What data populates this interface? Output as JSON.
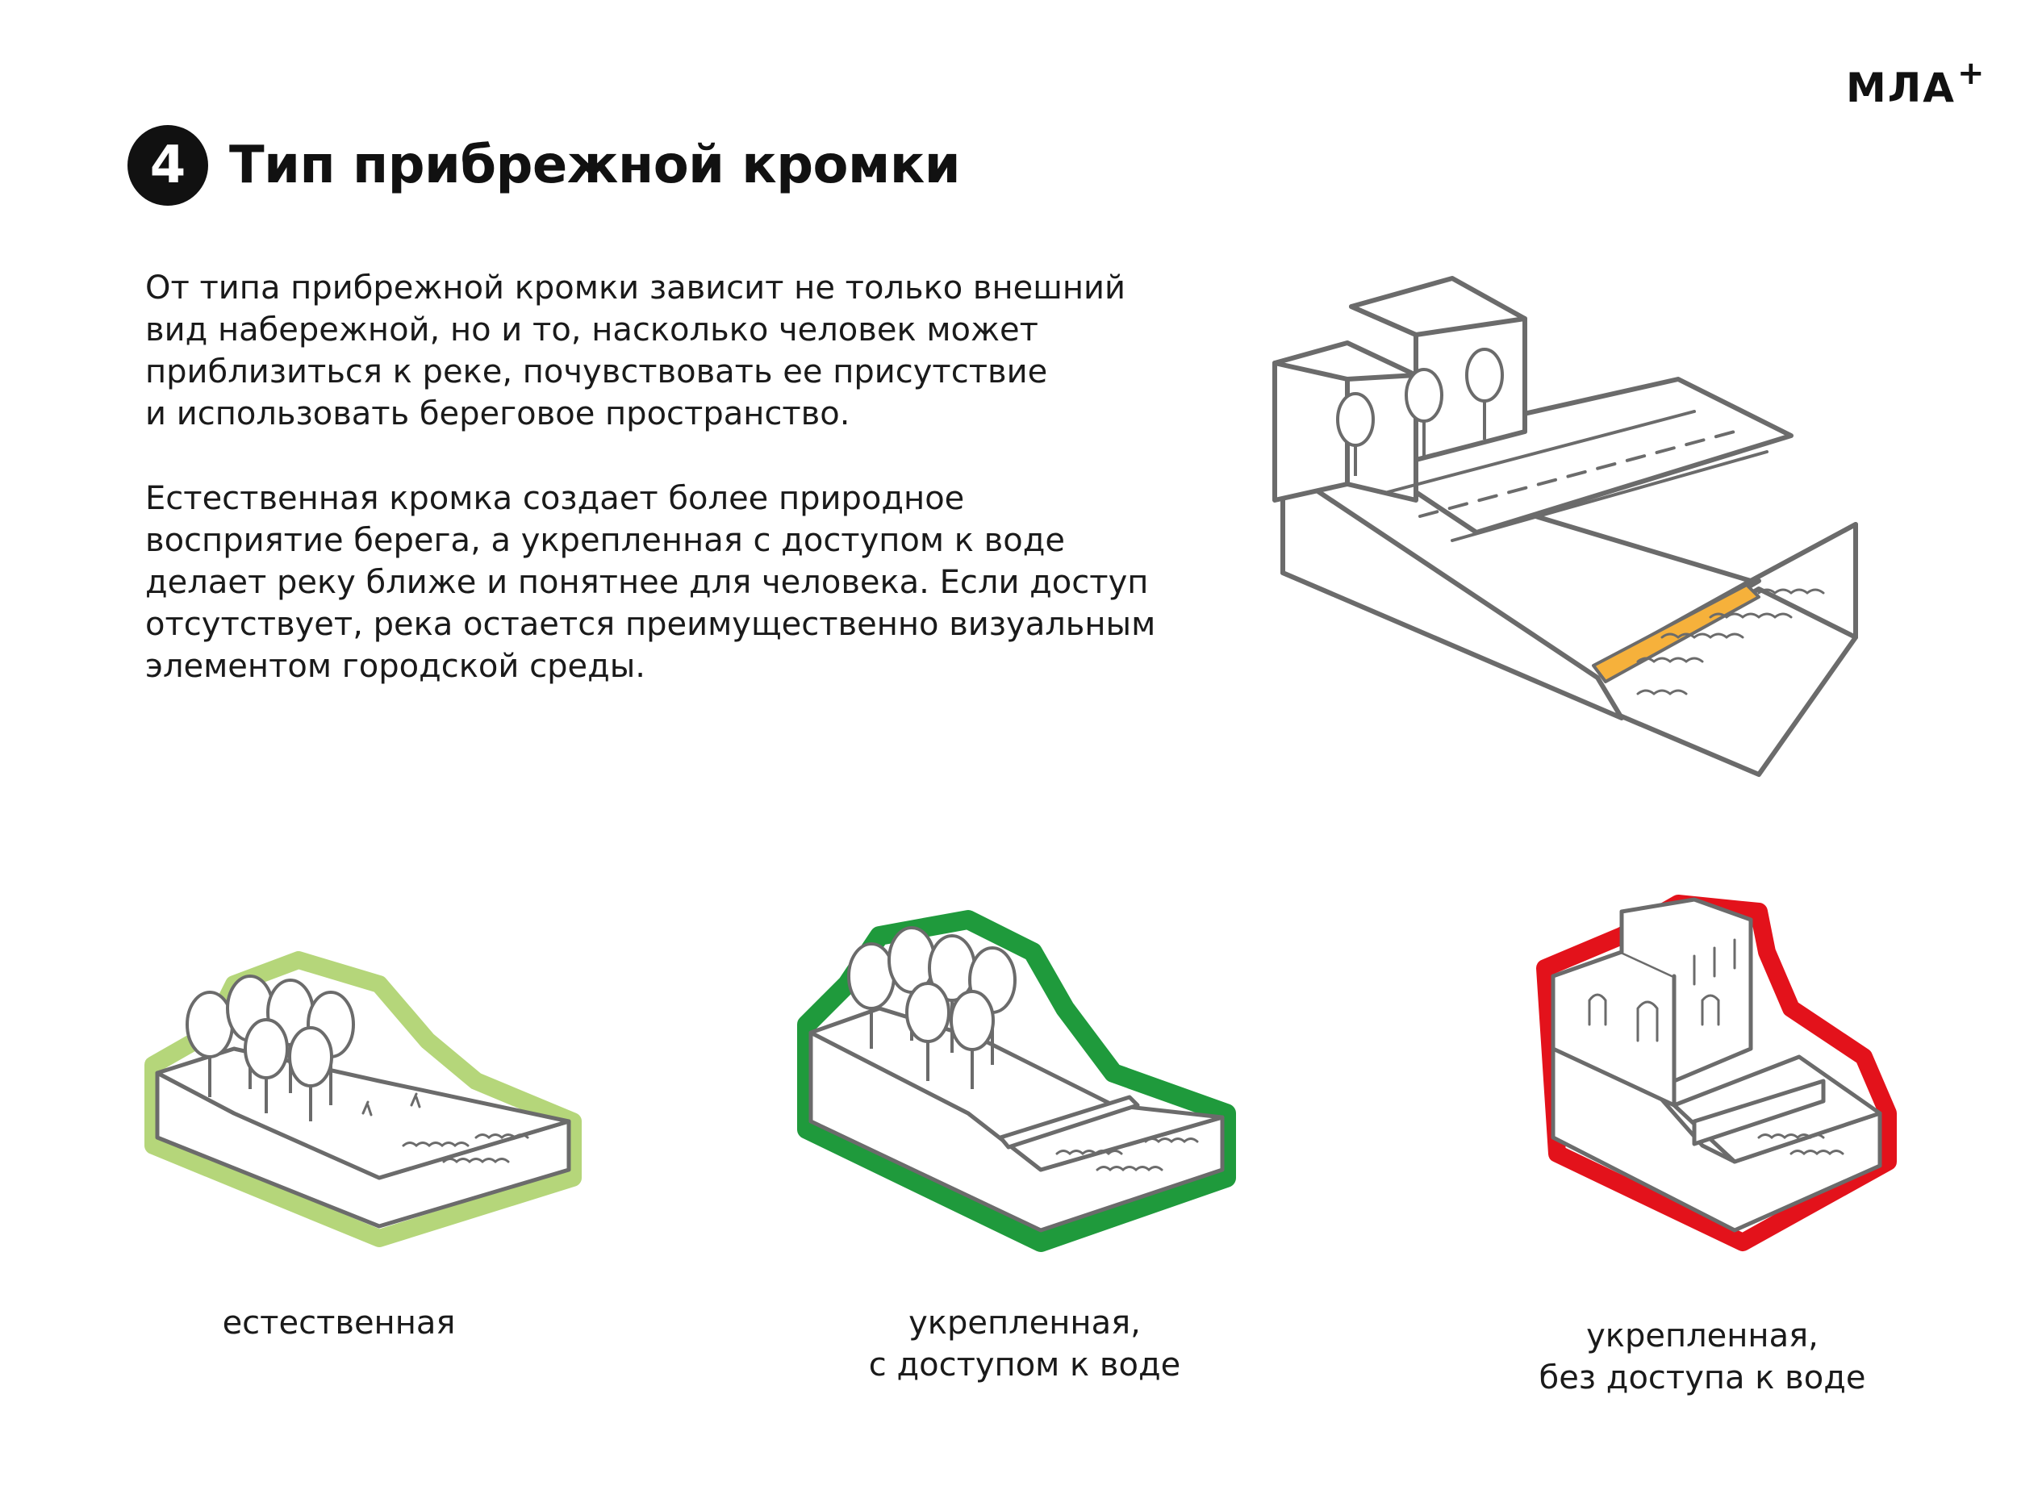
{
  "brand": {
    "logo_text": "МЛА",
    "logo_mark": "+"
  },
  "header": {
    "step_number": "4",
    "title": "Тип прибрежной кромки"
  },
  "intro": {
    "paragraph1": [
      "От типа прибрежной кромки зависит не только внешний",
      "вид набережной, но и то, насколько человек может",
      "приблизиться к реке, почувствовать ее присутствие",
      "и использовать береговое пространство."
    ],
    "paragraph2": [
      "Естественная кромка создает более природное",
      "восприятие берега, а укрепленная с доступом к воде",
      "делает реку ближе и понятнее для человека. Если доступ",
      "отсутствует, река остается преимущественно визуальным",
      "элементом городской среды."
    ]
  },
  "types": [
    {
      "caption_lines": [
        "естественная"
      ],
      "outline_color": "#b5d67a",
      "icon": "natural-bank-illustration"
    },
    {
      "caption_lines": [
        "укрепленная,",
        "с доступом к воде"
      ],
      "outline_color": "#1f9a3c",
      "icon": "reinforced-access-illustration"
    },
    {
      "caption_lines": [
        "укрепленная,",
        "без доступа к воде"
      ],
      "outline_color": "#e3121b",
      "icon": "reinforced-no-access-illustration"
    }
  ],
  "colors": {
    "ink": "#111111",
    "sketch": "#6b6b6b",
    "highlight": "#f6b13b"
  }
}
